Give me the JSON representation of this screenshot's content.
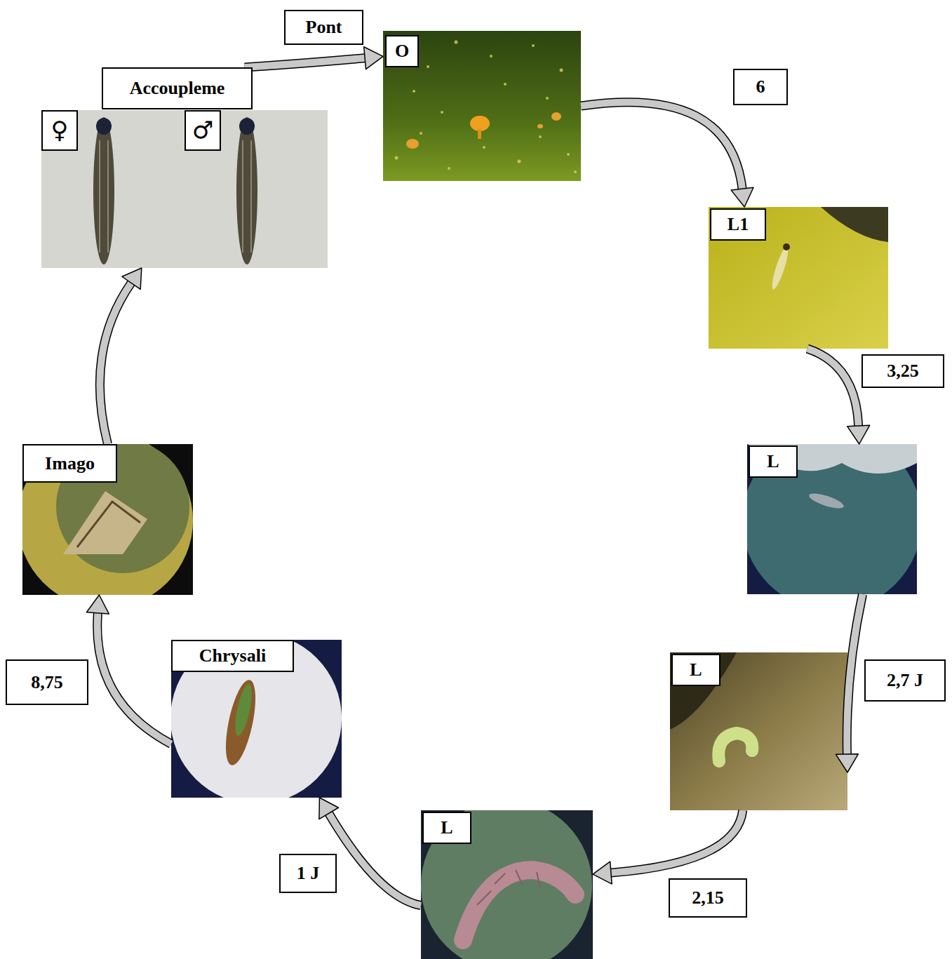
{
  "diagram": {
    "nodes": [
      {
        "text": [
          "Accoupleme"
        ]
      },
      {
        "text": [
          "♀"
        ],
        "in": 0
      },
      {
        "text": [
          "♂"
        ],
        "in": 0
      },
      {
        "text": [
          "O"
        ]
      },
      {
        "text": [
          "L1"
        ]
      },
      {
        "text": [
          "L"
        ]
      },
      {
        "text": [
          "L"
        ]
      },
      {
        "text": [
          "L"
        ]
      },
      {
        "text": [
          "Chrysali"
        ]
      },
      {
        "text": [
          "Imago"
        ]
      }
    ],
    "edges": [
      {
        "from": 3,
        "to": 4,
        "label": "6",
        "arrow": "to"
      },
      {
        "from": 4,
        "to": 5,
        "label": "3,25",
        "arrow": "to"
      },
      {
        "from": 5,
        "to": 6,
        "label": "2,7 J",
        "arrow": "to"
      },
      {
        "from": 6,
        "to": 7,
        "label": "2,15",
        "arrow": "to"
      },
      {
        "from": 7,
        "to": 8,
        "label": "1 J",
        "arrow": "to"
      },
      {
        "from": 8,
        "to": 9,
        "label": "8,75",
        "arrow": "to"
      },
      {
        "from": 9,
        "to": 0,
        "arrow": "to"
      },
      {
        "from": 0,
        "to": 3,
        "label": "Pont",
        "arrow": "to"
      }
    ]
  }
}
